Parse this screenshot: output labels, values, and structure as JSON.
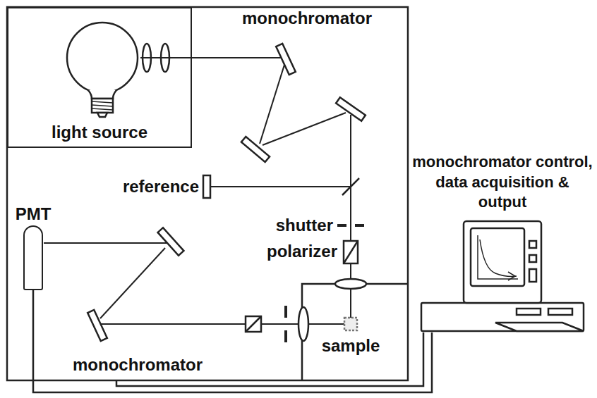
{
  "diagram": {
    "nodes": [
      {
        "text": [
          "light source"
        ]
      },
      {
        "text": [
          "PMT"
        ]
      },
      {
        "text": [
          "monochromator control, data acquisition & output"
        ]
      }
    ],
    "edges": [
      {
        "from": 1,
        "to": 2,
        "arrow": "none"
      }
    ],
    "labels": [
      "monochromator",
      "reference",
      "shutter",
      "polarizer",
      "monochromator",
      "sample"
    ]
  }
}
